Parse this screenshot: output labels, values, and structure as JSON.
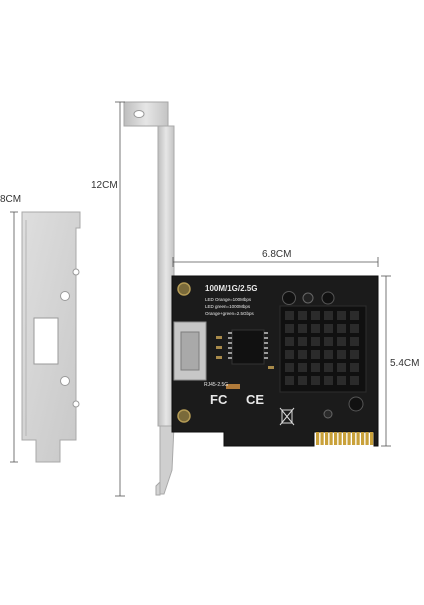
{
  "dimensions": {
    "bracket_height_small": "8CM",
    "bracket_height_full": "12CM",
    "card_width": "6.8CM",
    "card_height": "5.4CM"
  },
  "card": {
    "speed_title": "100M/1G/2.5G",
    "led_line_1": "LED  Orange=100Mbps",
    "led_line_2": "LED  green=1000Mbps",
    "led_line_3": "Orange+green=2.5Gbps",
    "port_label": "RJ45-2.5G",
    "fcc_mark": "FC",
    "ce_mark": "CE"
  },
  "colors": {
    "pcb": "#1b1b1b",
    "heatsink": "#101010",
    "gold_fingers": "#c9a13a",
    "bracket": "#d2d2d2",
    "dimension_lines": "#555555"
  }
}
